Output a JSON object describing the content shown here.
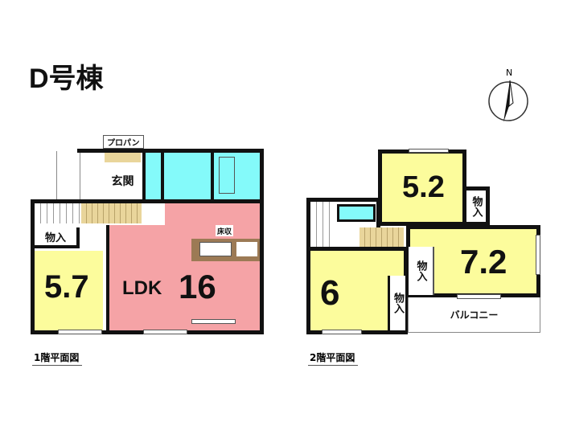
{
  "title": "D号棟",
  "compass": {
    "label": "N"
  },
  "floor1": {
    "caption": "1階平面図",
    "propane": "プロパン",
    "entrance": "玄関",
    "storage": "物入",
    "floor_storage": "床収",
    "room_western": "5.7",
    "ldk_label": "LDK",
    "ldk_size": "16"
  },
  "floor2": {
    "caption": "2階平面図",
    "room_a": "5.2",
    "room_b": "7.2",
    "room_c": "6",
    "storage": "物入",
    "balcony": "バルコニー"
  },
  "colors": {
    "room": "#fcfc9c",
    "ldk": "#f5a3a6",
    "wet": "#84fafa",
    "hall": "#e9d59b"
  }
}
